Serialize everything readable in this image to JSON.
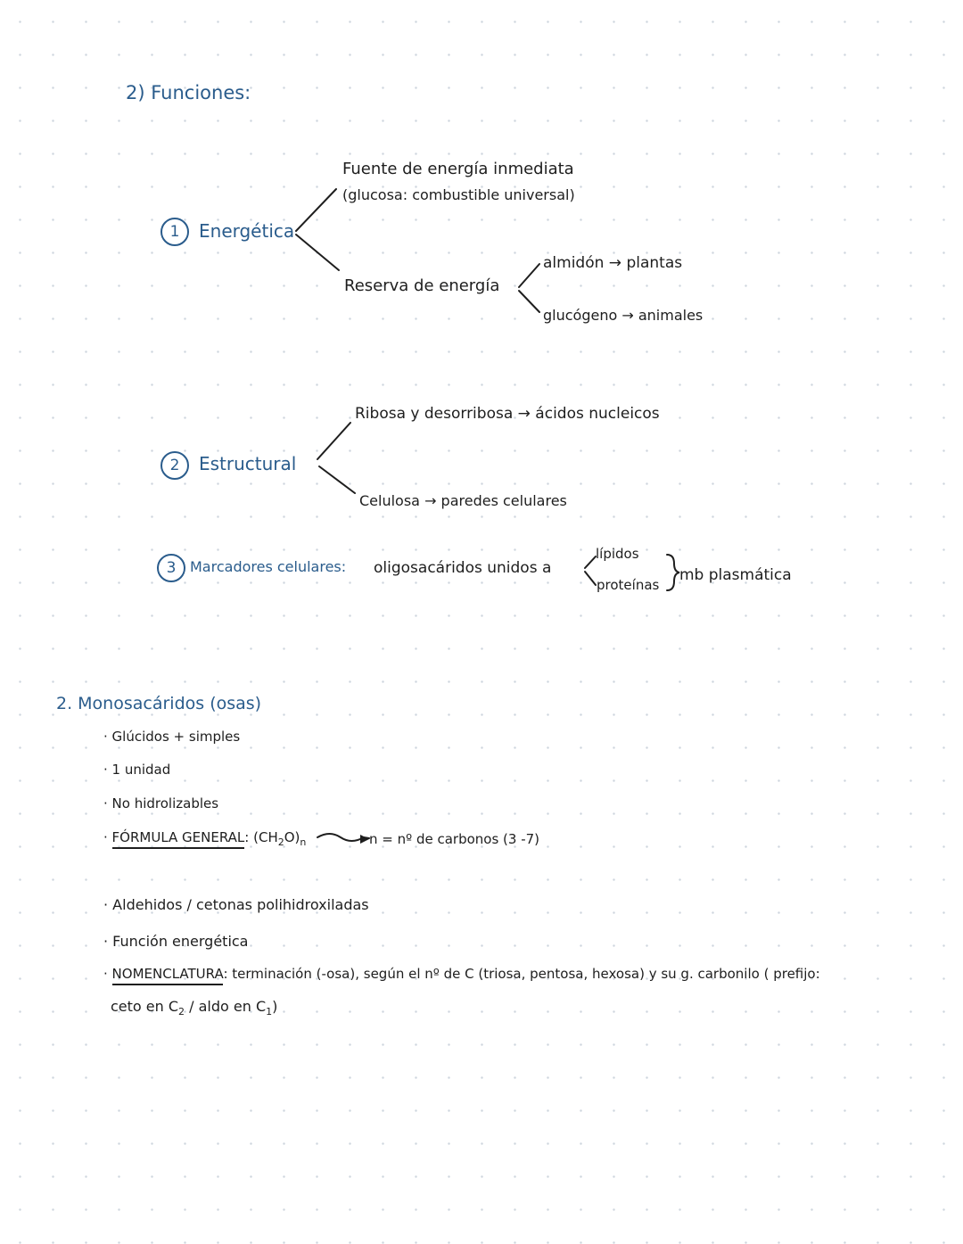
{
  "section_funciones": {
    "title": "2) Funciones:"
  },
  "energetica": {
    "number": "1",
    "label": "Energética",
    "fuente_line1": "Fuente de energía inmediata",
    "fuente_line2": "(glucosa: combustible universal)",
    "reserva": "Reserva de energía",
    "almidon": "almidón → plantas",
    "glucogeno": "glucógeno → animales"
  },
  "estructural": {
    "number": "2",
    "label": "Estructural",
    "ribosa": "Ribosa y desorribosa → ácidos nucleicos",
    "celulosa": "Celulosa → paredes celulares"
  },
  "marcadores": {
    "number": "3",
    "label": "Marcadores celulares:",
    "text": "oligosacáridos unidos a",
    "lipidos": "lípidos",
    "proteinas": "proteínas",
    "mb": "mb plasmática"
  },
  "monosacaridos": {
    "title": "2. Monosacáridos (osas)",
    "bullets": [
      "Glúcidos + simples",
      "1 unidad",
      "No hidrolizables"
    ],
    "formula_label": "FÓRMULA GENERAL",
    "formula_base": "(CH",
    "formula_sub2": "2",
    "formula_mid": "O)",
    "formula_subn": "n",
    "formula_desc": "n = nº de carbonos  (3 -7)",
    "bullets2": [
      "Aldehidos / cetonas polihidroxiladas",
      "Función energética"
    ],
    "nomenclatura_label": "NOMENCLATURA",
    "nomenclatura_text": ": terminación (-osa), según el nº de C (triosa, pentosa, hexosa) y su g. carbonilo ( prefijo:",
    "nomenclatura_line2_a": "ceto en C",
    "nomenclatura_line2_sub1": "2",
    "nomenclatura_line2_b": " / aldo en C",
    "nomenclatura_line2_sub2": "1",
    "nomenclatura_line2_c": ")"
  }
}
